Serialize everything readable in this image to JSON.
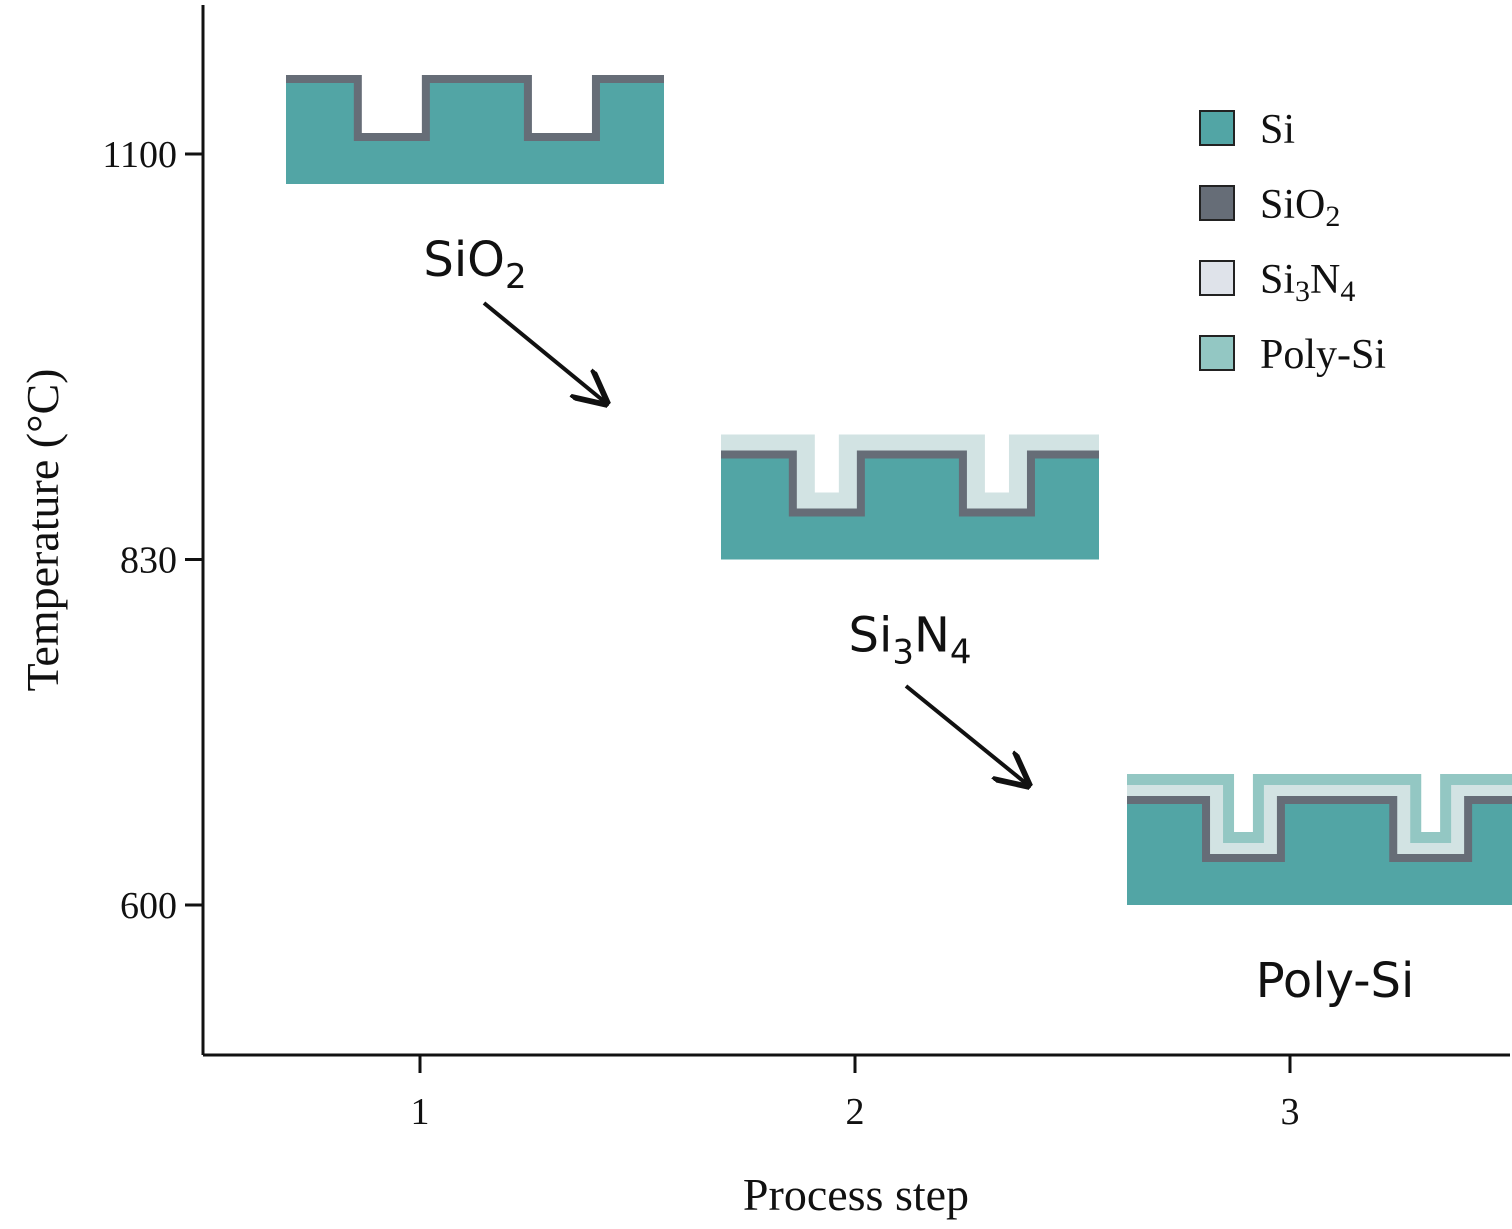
{
  "chart_data": {
    "type": "scatter",
    "xlabel": "Process step",
    "ylabel": "Temperature (°C)",
    "x_ticks": [
      "1",
      "2",
      "3"
    ],
    "y_ticks": [
      "600",
      "830",
      "1100"
    ],
    "points": [
      {
        "x": 1,
        "y": 1100,
        "label": "SiO",
        "sub": "2",
        "layers": [
          "Si",
          "SiO2"
        ]
      },
      {
        "x": 2,
        "y": 850,
        "label_parts": [
          [
            "Si",
            ""
          ],
          [
            "3",
            "sub"
          ],
          [
            "N",
            ""
          ],
          [
            "4",
            "sub"
          ]
        ],
        "layers": [
          "Si",
          "SiO2",
          "Si3N4"
        ]
      },
      {
        "x": 3,
        "y": 620,
        "label": "Poly-Si",
        "layers": [
          "Si",
          "SiO2",
          "Si3N4",
          "Poly-Si"
        ]
      }
    ],
    "legend": {
      "position": "top-right",
      "items": [
        {
          "name": "Si",
          "color": "#52a5a5"
        },
        {
          "name": "SiO",
          "sub": "2",
          "color": "#666d77"
        },
        {
          "name": "Si",
          "sub": "3",
          "name2": "N",
          "sub2": "4",
          "color": "#dfe3ea"
        },
        {
          "name": "Poly-Si",
          "color": "#93c7c3"
        }
      ]
    },
    "colors": {
      "si": "#52a5a5",
      "sio2": "#666d77",
      "si3n4": "#d2e3e3",
      "polysi": "#93c7c3",
      "axis": "#111111"
    }
  }
}
